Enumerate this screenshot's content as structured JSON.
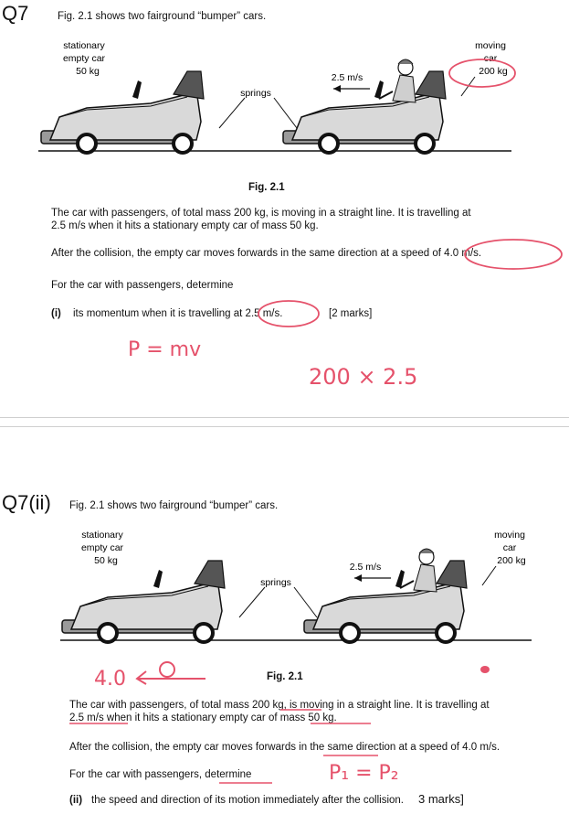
{
  "q7": {
    "number": "Q7",
    "intro": "Fig. 2.1 shows two fairground “bumper” cars.",
    "figure": {
      "label_stationary": "stationary",
      "label_empty_car": "empty car",
      "label_mass_empty": "50 kg",
      "label_springs": "springs",
      "label_speed": "2.5 m/s",
      "label_moving": "moving",
      "label_car": "car",
      "label_mass_moving": "200 kg",
      "caption": "Fig. 2.1"
    },
    "para1_line1": "The car with passengers, of total mass 200 kg, is moving in a straight line. It is travelling at",
    "para1_line2": "2.5 m/s when it hits a stationary empty car of mass 50 kg.",
    "para2": "After the collision, the empty car moves forwards in the same direction at a speed of 4.0 m/s.",
    "para3": "For the car with passengers, determine",
    "part_i_label": "(i)",
    "part_i_text": "its momentum when it is travelling at 2.5 m/s.",
    "part_i_marks": "[2 marks]",
    "handwriting_1": "P = mv",
    "handwriting_2": "200 × 2.5"
  },
  "q7ii": {
    "number": "Q7(ii)",
    "intro": "Fig. 2.1 shows two fairground “bumper” cars.",
    "figure": {
      "label_stationary": "stationary",
      "label_empty_car": "empty car",
      "label_mass_empty": "50 kg",
      "label_springs": "springs",
      "label_speed": "2.5 m/s",
      "label_moving": "moving",
      "label_car": "car",
      "label_mass_moving": "200 kg",
      "caption": "Fig. 2.1"
    },
    "para1_line1": "The car with passengers, of total mass 200 kg, is moving in a straight line. It is travelling at",
    "para1_line2": "2.5 m/s when it hits a stationary empty car of mass 50 kg.",
    "para2": "After the collision, the empty car moves forwards in the same direction at a speed of 4.0 m/s.",
    "para3": "For the car with passengers, determine",
    "part_ii_label": "(ii)",
    "part_ii_text": "the speed and direction of its motion immediately after the collision.",
    "part_ii_marks": "3 marks]",
    "handwriting_1": "4.0",
    "handwriting_2": "P₁ = P₂"
  },
  "colors": {
    "ink": "#111111",
    "annotation": "#e5526b"
  }
}
